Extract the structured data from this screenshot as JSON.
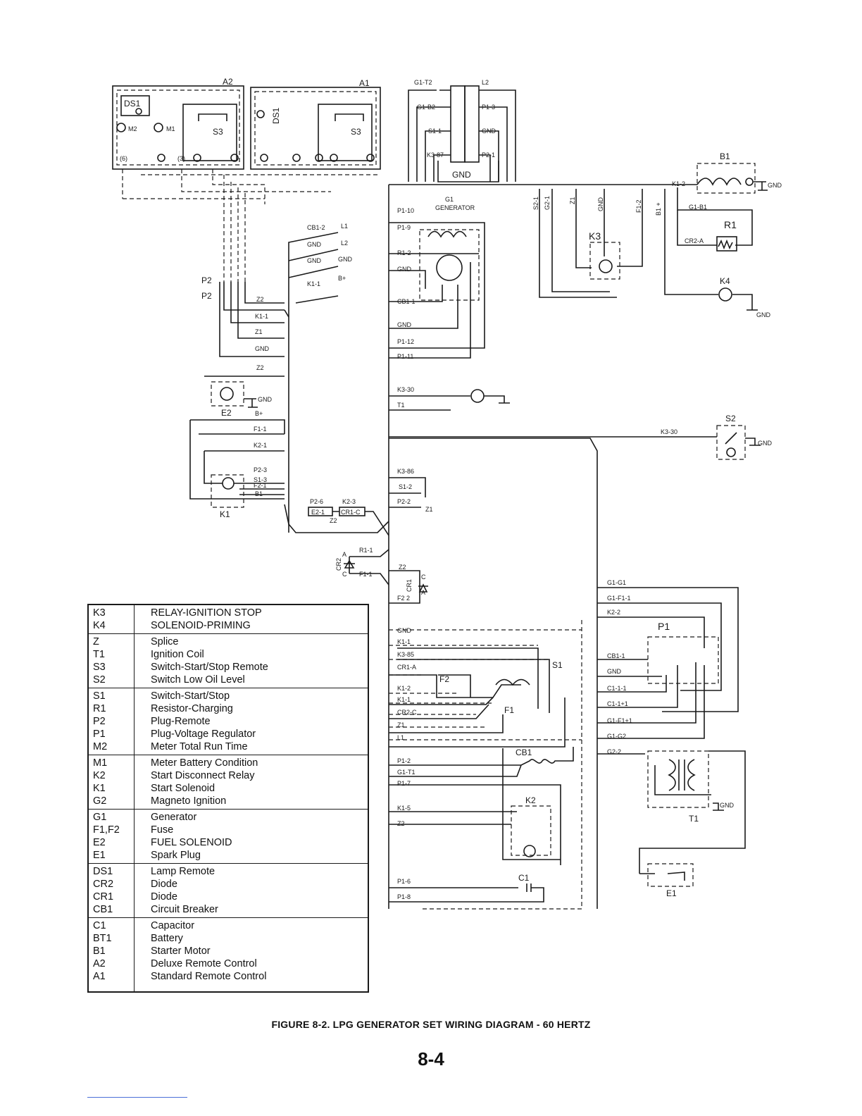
{
  "caption": "FIGURE 8-2.  LPG GENERATOR SET WIRING DIAGRAM - 60 HERTZ",
  "page_number": "8-4",
  "legend": [
    [
      {
        "code": "K3",
        "desc": "RELAY-IGNITION STOP"
      },
      {
        "code": "K4",
        "desc": "SOLENOID-PRIMING"
      }
    ],
    [
      {
        "code": "Z",
        "desc": "Splice"
      },
      {
        "code": "T1",
        "desc": "Ignition Coil"
      },
      {
        "code": "S3",
        "desc": "Switch-Start/Stop Remote"
      },
      {
        "code": "S2",
        "desc": "Switch Low Oil Level"
      }
    ],
    [
      {
        "code": "S1",
        "desc": "Switch-Start/Stop"
      },
      {
        "code": "R1",
        "desc": "Resistor-Charging"
      },
      {
        "code": "P2",
        "desc": "Plug-Remote"
      },
      {
        "code": "P1",
        "desc": "Plug-Voltage Regulator"
      },
      {
        "code": "M2",
        "desc": "Meter Total Run Time"
      }
    ],
    [
      {
        "code": "M1",
        "desc": "Meter Battery Condition"
      },
      {
        "code": "K2",
        "desc": "Start Disconnect Relay"
      },
      {
        "code": "K1",
        "desc": "Start Solenoid"
      },
      {
        "code": "G2",
        "desc": "Magneto Ignition"
      }
    ],
    [
      {
        "code": "G1",
        "desc": "Generator"
      },
      {
        "code": "F1,F2",
        "desc": "Fuse"
      },
      {
        "code": "E2",
        "desc": "FUEL SOLENOID"
      },
      {
        "code": "E1",
        "desc": "Spark Plug"
      }
    ],
    [
      {
        "code": "DS1",
        "desc": "Lamp Remote"
      },
      {
        "code": "CR2",
        "desc": "Diode"
      },
      {
        "code": "CR1",
        "desc": "Diode"
      },
      {
        "code": "CB1",
        "desc": "Circuit Breaker"
      }
    ],
    [
      {
        "code": "C1",
        "desc": "Capacitor"
      },
      {
        "code": "BT1",
        "desc": "Battery"
      },
      {
        "code": "B1",
        "desc": "Starter Motor"
      },
      {
        "code": "A2",
        "desc": "Deluxe Remote Control"
      },
      {
        "code": "A1",
        "desc": "Standard Remote Control"
      }
    ]
  ],
  "labels": {
    "a2": "A2",
    "a1": "A1",
    "ds1_a2": "DS1",
    "m2": "M2",
    "m1": "M1",
    "s3_a2": "S3",
    "s3_a1": "S3",
    "ds1_a1": "DS1",
    "t_g1t2": "G1-T2",
    "t_l2": "L2",
    "t_g1b2": "G1-B2",
    "t_p13": "P1-3",
    "t_s1": "S1-1",
    "t_gnd": "GND",
    "t_k387": "K3-87",
    "t_p21": "P2-1",
    "t_gnd_big": "GND",
    "b1": "B1",
    "k12": "K1-2",
    "gnd_b1": "GND",
    "g1b1": "G1-B1",
    "r1": "R1",
    "cr2a": "CR2-A",
    "k4": "K4",
    "gnd_k4": "GND",
    "k3": "K3",
    "g1": "G1",
    "generator": "GENERATOR",
    "p110": "P1-10",
    "p19": "P1-9",
    "r12": "R1-2",
    "gnd_g1": "GND",
    "cb11": "CB1-1",
    "gnd2": "GND",
    "p112": "P1-12",
    "p111": "P1-11",
    "s21": "S2-1",
    "g21": "G2-1",
    "z1_v": "Z1",
    "gnd_v": "GND",
    "f12": "F1-2",
    "b1p": "B1 +",
    "cb12": "CB1-2",
    "l1": "L1",
    "gnd_a": "GND",
    "l2": "L2",
    "gnd_b": "GND",
    "gnd_c": "GND",
    "k11": "K1-1",
    "bplus": "B+",
    "p2a": "P2",
    "p2b": "P2",
    "z2_a": "Z2",
    "k1l": "K1-1",
    "z1_a": "Z1",
    "gnd_d": "GND",
    "z2_b": "Z2",
    "e2": "E2",
    "gnd_e2": "GND",
    "bplus2": "B+",
    "f11": "F1-1",
    "k21": "K2-1",
    "p23": "P2-3",
    "s13": "S1-3",
    "f21": "F2-1",
    "b1_k1": "B1",
    "k1": "K1",
    "p26": "P2-6",
    "k23": "K2-3",
    "e21": "E2-1",
    "cr1c": "CR1-C",
    "z2_c": "Z2",
    "k330": "K3-30",
    "t1": "T1",
    "k330b": "K3-30",
    "s2": "S2",
    "gnd_s2": "GND",
    "k386": "K3-86",
    "s12": "S1-2",
    "p22": "P2-2",
    "z1_b": "Z1",
    "r11": "R1-1",
    "cr2": "CR2",
    "cr2_a": "A",
    "cr2_c": "C",
    "f11b": "F1-1",
    "z2_d": "Z2",
    "cr1": "CR1",
    "cr1_c": "C",
    "cr1_a": "A",
    "f22": "F2 2",
    "g1g1": "G1-G1",
    "g1f11": "G1-F1-1",
    "k22": "K2-2",
    "p1": "P1",
    "cb1m": "CB1-1",
    "gnd_p1": "GND",
    "c11": "C1-1-1",
    "cf11": "C1-1+1",
    "g1f1": "G1-F1+1",
    "g1g2": "G1-G2",
    "g22": "G2-2",
    "t1_lbl": "T1",
    "gnd_t1": "GND",
    "gnd_r": "GND",
    "k11r": "K1-1",
    "k385": "K3-85",
    "cr1a": "CR1-A",
    "k12r": "K1-2",
    "k11r2": "K1-1",
    "cr2c": "CR2-C",
    "z1_r": "Z1",
    "l1_r": "L1",
    "f2": "F2",
    "f1": "F1",
    "s1": "S1",
    "cb1": "CB1",
    "p12": "P1-2",
    "g1t1": "G1-T1",
    "p17": "P1-7",
    "k2": "K2",
    "k15": "K1-5",
    "z2_r": "Z2",
    "c1": "C1",
    "p16": "P1-6",
    "p18": "P1-8",
    "e1": "E1"
  }
}
